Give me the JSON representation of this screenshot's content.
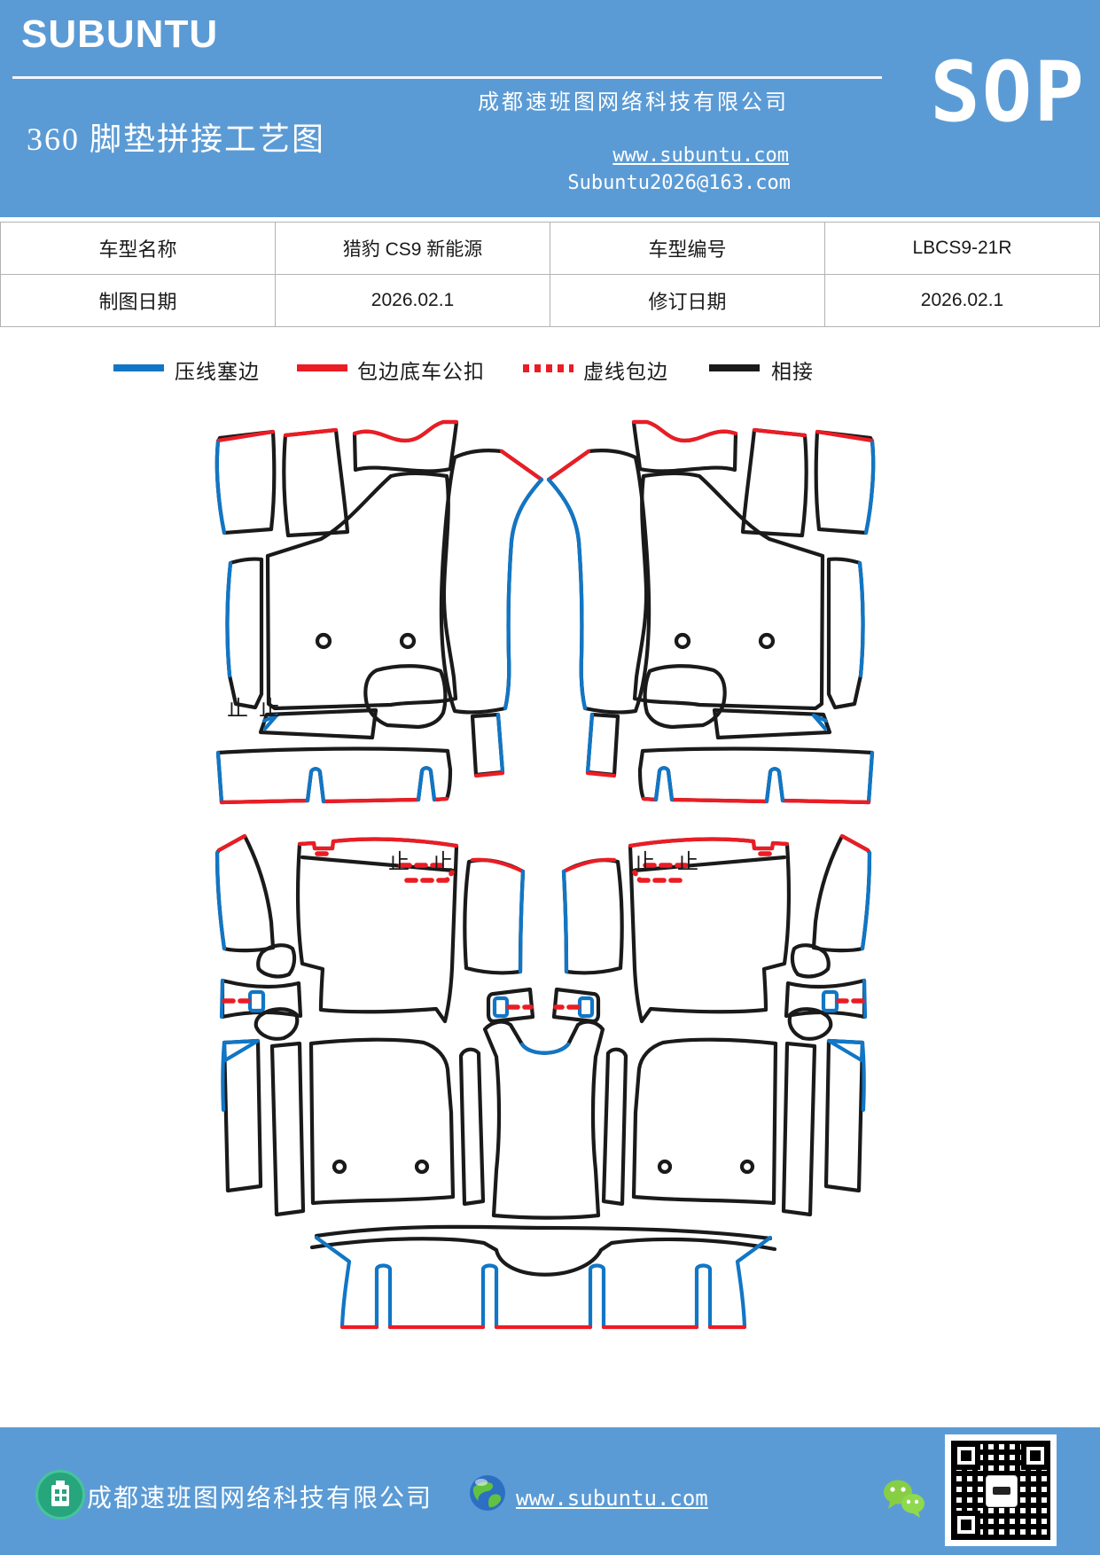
{
  "header": {
    "brand": "SUBUNTU",
    "doc_title": "360 脚垫拼接工艺图",
    "company": "成都速班图网络科技有限公司",
    "website": "www.subuntu.com",
    "email": "Subuntu2026@163.com",
    "badge": "SOP",
    "accent_color": "#5B9BD5"
  },
  "info_table": {
    "rows": [
      {
        "label1": "车型名称",
        "value1": "猎豹 CS9 新能源",
        "label2": "车型编号",
        "value2": "LBCS9-21R"
      },
      {
        "label1": "制图日期",
        "value1": "2026.02.1",
        "label2": "修订日期",
        "value2": "2026.02.1"
      }
    ]
  },
  "legend": {
    "items": [
      {
        "label": "压线塞边",
        "color": "#1176C5",
        "style": "solid"
      },
      {
        "label": "包边底车公扣",
        "color": "#EC1C24",
        "style": "solid"
      },
      {
        "label": "虚线包边",
        "color": "#EC1C24",
        "style": "dotted"
      },
      {
        "label": "相接",
        "color": "#1A1A1A",
        "style": "solid"
      }
    ]
  },
  "diagram": {
    "stop_mark": "止",
    "line_colors": {
      "black": "#1A1A1A",
      "blue": "#1176C5",
      "red": "#EC1C24"
    }
  },
  "footer": {
    "company": "成都速班图网络科技有限公司",
    "website": "www.subuntu.com",
    "bg_color": "#5B9BD5"
  }
}
